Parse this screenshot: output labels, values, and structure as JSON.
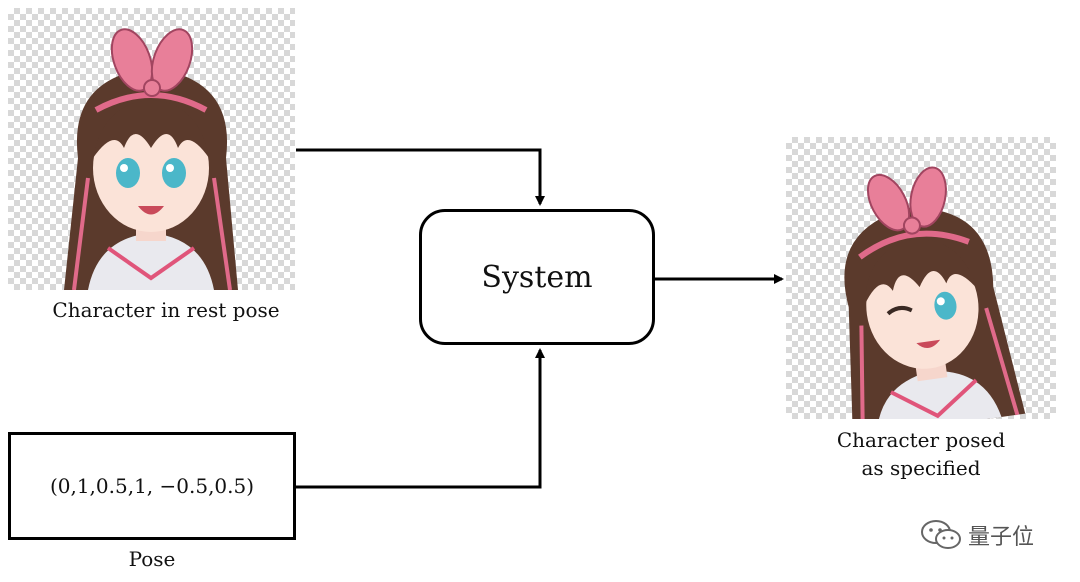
{
  "inputs": {
    "rest_image_caption": "Character in rest pose",
    "pose_vector": "(0,1,0.5,1, −0.5,0.5)",
    "pose_caption": "Pose"
  },
  "system": {
    "label": "System"
  },
  "output": {
    "caption_line1": "Character posed",
    "caption_line2": "as specified"
  },
  "watermark": {
    "text": "量子位",
    "icon": "wechat-icon"
  },
  "colors": {
    "bow": "#e87f99",
    "hair": "#5b3a2c",
    "hair_highlight": "#e06a8a",
    "skin": "#fbe3d8",
    "eyes": "#4bb7c9",
    "uniform": "#e9e9ee",
    "collar_stripe": "#e0557a"
  }
}
